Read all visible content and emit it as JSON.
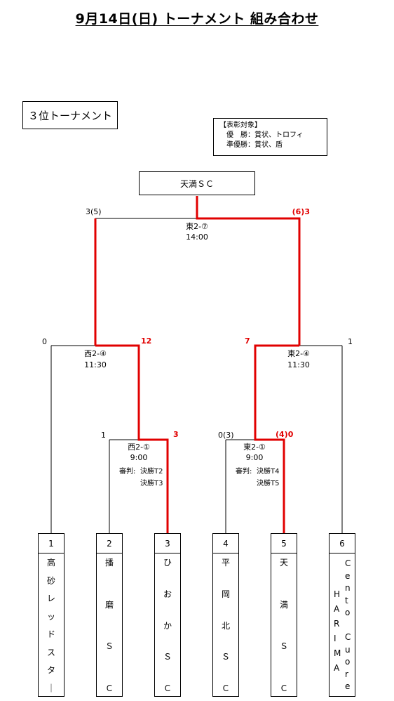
{
  "title": "9月14日(日)  トーナメント  組み合わせ",
  "section_label": "３位トーナメント",
  "award": {
    "heading": "【表彰対象】",
    "line1": "優　勝：賞状、トロフィ",
    "line2": "準優勝：賞状、盾"
  },
  "winner": "天満ＳＣ",
  "final": {
    "match": "東2-⑦",
    "time": "14:00",
    "score_left": "3(5)",
    "score_right": "(6)3"
  },
  "semi_left": {
    "match": "西2-④",
    "time": "11:30",
    "score_left": "0",
    "score_right": "12"
  },
  "semi_right": {
    "match": "東2-④",
    "time": "11:30",
    "score_left": "7",
    "score_right": "1"
  },
  "qf_left": {
    "match": "西2-①",
    "time": "9:00",
    "referee_label": "審判:",
    "referee1": "決勝T2",
    "referee2": "決勝T3",
    "score_left": "1",
    "score_right": "3"
  },
  "qf_right": {
    "match": "東2-①",
    "time": "9:00",
    "referee_label": "審判:",
    "referee1": "決勝T4",
    "referee2": "決勝T5",
    "score_left": "0(3)",
    "score_right": "(4)0"
  },
  "teams": [
    {
      "num": "1",
      "chars": [
        "高",
        "砂",
        "レ",
        "ッ",
        "ド",
        "ス",
        "タ",
        "｜"
      ]
    },
    {
      "num": "2",
      "chars": [
        "播",
        "磨",
        "Ｓ",
        "Ｃ"
      ]
    },
    {
      "num": "3",
      "chars": [
        "ひ",
        "お",
        "か",
        "Ｓ",
        "Ｃ"
      ]
    },
    {
      "num": "4",
      "chars": [
        "平",
        "岡",
        "北",
        "Ｓ",
        "Ｃ"
      ]
    },
    {
      "num": "5",
      "chars": [
        "天",
        "満",
        "Ｓ",
        "Ｃ"
      ]
    },
    {
      "num": "6",
      "col1": [
        "H",
        "A",
        "R",
        "I",
        "M",
        "A"
      ],
      "col2": [
        "C",
        "e",
        "n",
        "t",
        "o",
        "",
        "C",
        "u",
        "o",
        "r",
        "e"
      ]
    }
  ],
  "colors": {
    "win_line": "#e10000",
    "line": "#000000"
  }
}
